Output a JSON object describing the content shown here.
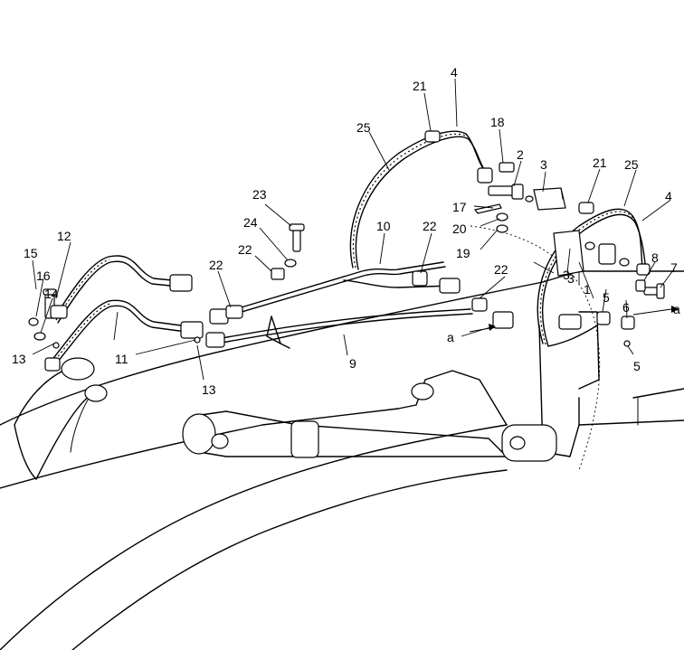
{
  "callouts": [
    {
      "id": "c1",
      "text": "1"
    },
    {
      "id": "c2",
      "text": "2"
    },
    {
      "id": "c3a",
      "text": "3"
    },
    {
      "id": "c3b",
      "text": "3"
    },
    {
      "id": "c3c",
      "text": "3"
    },
    {
      "id": "c4a",
      "text": "4"
    },
    {
      "id": "c4b",
      "text": "4"
    },
    {
      "id": "c5a",
      "text": "5"
    },
    {
      "id": "c5b",
      "text": "5"
    },
    {
      "id": "c6",
      "text": "6"
    },
    {
      "id": "c7",
      "text": "7"
    },
    {
      "id": "c8",
      "text": "8"
    },
    {
      "id": "c9",
      "text": "9"
    },
    {
      "id": "c10",
      "text": "10"
    },
    {
      "id": "c11",
      "text": "11"
    },
    {
      "id": "c12",
      "text": "12"
    },
    {
      "id": "c13a",
      "text": "13"
    },
    {
      "id": "c13b",
      "text": "13"
    },
    {
      "id": "c14",
      "text": "14"
    },
    {
      "id": "c15",
      "text": "15"
    },
    {
      "id": "c16",
      "text": "16"
    },
    {
      "id": "c17",
      "text": "17"
    },
    {
      "id": "c18",
      "text": "18"
    },
    {
      "id": "c19",
      "text": "19"
    },
    {
      "id": "c20",
      "text": "20"
    },
    {
      "id": "c21a",
      "text": "21"
    },
    {
      "id": "c21b",
      "text": "21"
    },
    {
      "id": "c22a",
      "text": "22"
    },
    {
      "id": "c22b",
      "text": "22"
    },
    {
      "id": "c22c",
      "text": "22"
    },
    {
      "id": "c22d",
      "text": "22"
    },
    {
      "id": "c23",
      "text": "23"
    },
    {
      "id": "c24",
      "text": "24"
    },
    {
      "id": "c25a",
      "text": "25"
    },
    {
      "id": "c25b",
      "text": "25"
    },
    {
      "id": "ca1",
      "text": "a"
    },
    {
      "id": "ca2",
      "text": "a"
    }
  ]
}
